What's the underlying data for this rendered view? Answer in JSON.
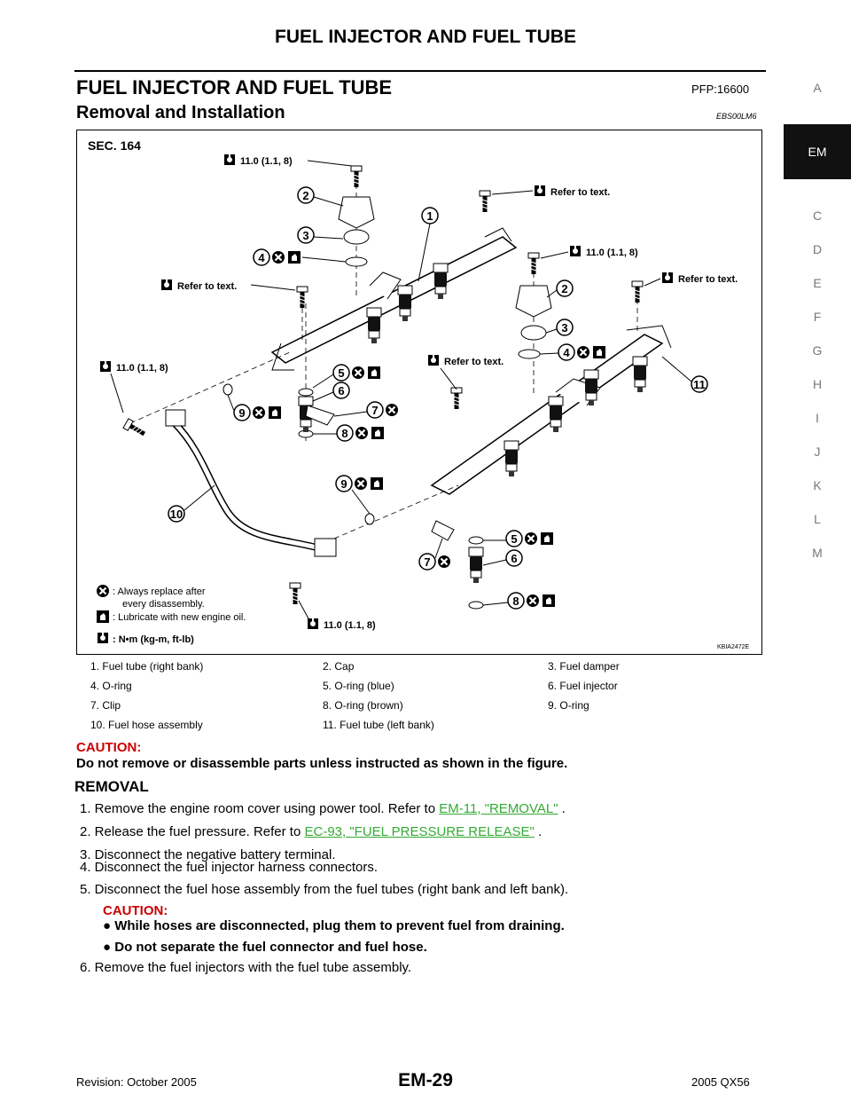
{
  "header": {
    "title": "FUEL INJECTOR AND FUEL TUBE"
  },
  "section": {
    "title": "FUEL INJECTOR AND FUEL TUBE",
    "pfp": "PFP:16600"
  },
  "subsection": {
    "title": "Removal and Installation",
    "code": "EBS00LM6"
  },
  "tabs": [
    "A",
    "EM",
    "C",
    "D",
    "E",
    "F",
    "G",
    "H",
    "I",
    "J",
    "K",
    "L",
    "M"
  ],
  "active_tab": "EM",
  "diagram": {
    "sec": "SEC. 164",
    "torque_11": "11.0 (1.1, 8)",
    "refer": "Refer to text.",
    "note_replace_1": ": Always replace after",
    "note_replace_2": "every disassembly.",
    "note_lubricate": ": Lubricate with new engine oil.",
    "note_units": ": N•m (kg-m, ft-lb)",
    "figure_id": "KBIA2472E",
    "callouts": [
      "1",
      "2",
      "3",
      "4",
      "5",
      "6",
      "7",
      "8",
      "9",
      "10",
      "11"
    ]
  },
  "legend": [
    [
      "1.",
      "Fuel tube (right bank)",
      "2.",
      "Cap",
      "3.",
      "Fuel damper"
    ],
    [
      "4.",
      "O-ring",
      "5.",
      "O-ring (blue)",
      "6.",
      "Fuel injector"
    ],
    [
      "7.",
      "Clip",
      "8.",
      "O-ring (brown)",
      "9.",
      "O-ring"
    ],
    [
      "10.",
      "Fuel hose assembly",
      "11.",
      "Fuel tube (left bank)",
      "",
      ""
    ]
  ],
  "caution": {
    "label": "CAUTION:",
    "text": "Do not remove or disassemble parts unless instructed as shown in the figure."
  },
  "removal": {
    "title": "REMOVAL",
    "step1": "1.  Remove the engine room cover using power tool. Refer to",
    "step1_link": "EM-11, \"REMOVAL\"",
    "step2": "2.  Release the fuel pressure. Refer to",
    "step2_link": "EC-93, \"FUEL PRESSURE RELEASE\"",
    "step3": "3.  Disconnect the negative battery terminal.",
    "step4": "4.  Disconnect the fuel injector harness connectors.",
    "step5": "5.  Disconnect the fuel hose assembly from the fuel tubes (right bank and left bank).",
    "caution_label": "CAUTION:",
    "bullet1": "While hoses are disconnected, plug them to prevent fuel from draining.",
    "bullet2": "Do not separate the fuel connector and fuel hose.",
    "step6": "6.  Remove the fuel injectors with the fuel tube assembly."
  },
  "footer": {
    "revision": "Revision: October 2005",
    "page": "EM-29",
    "model": "2005 QX56"
  }
}
